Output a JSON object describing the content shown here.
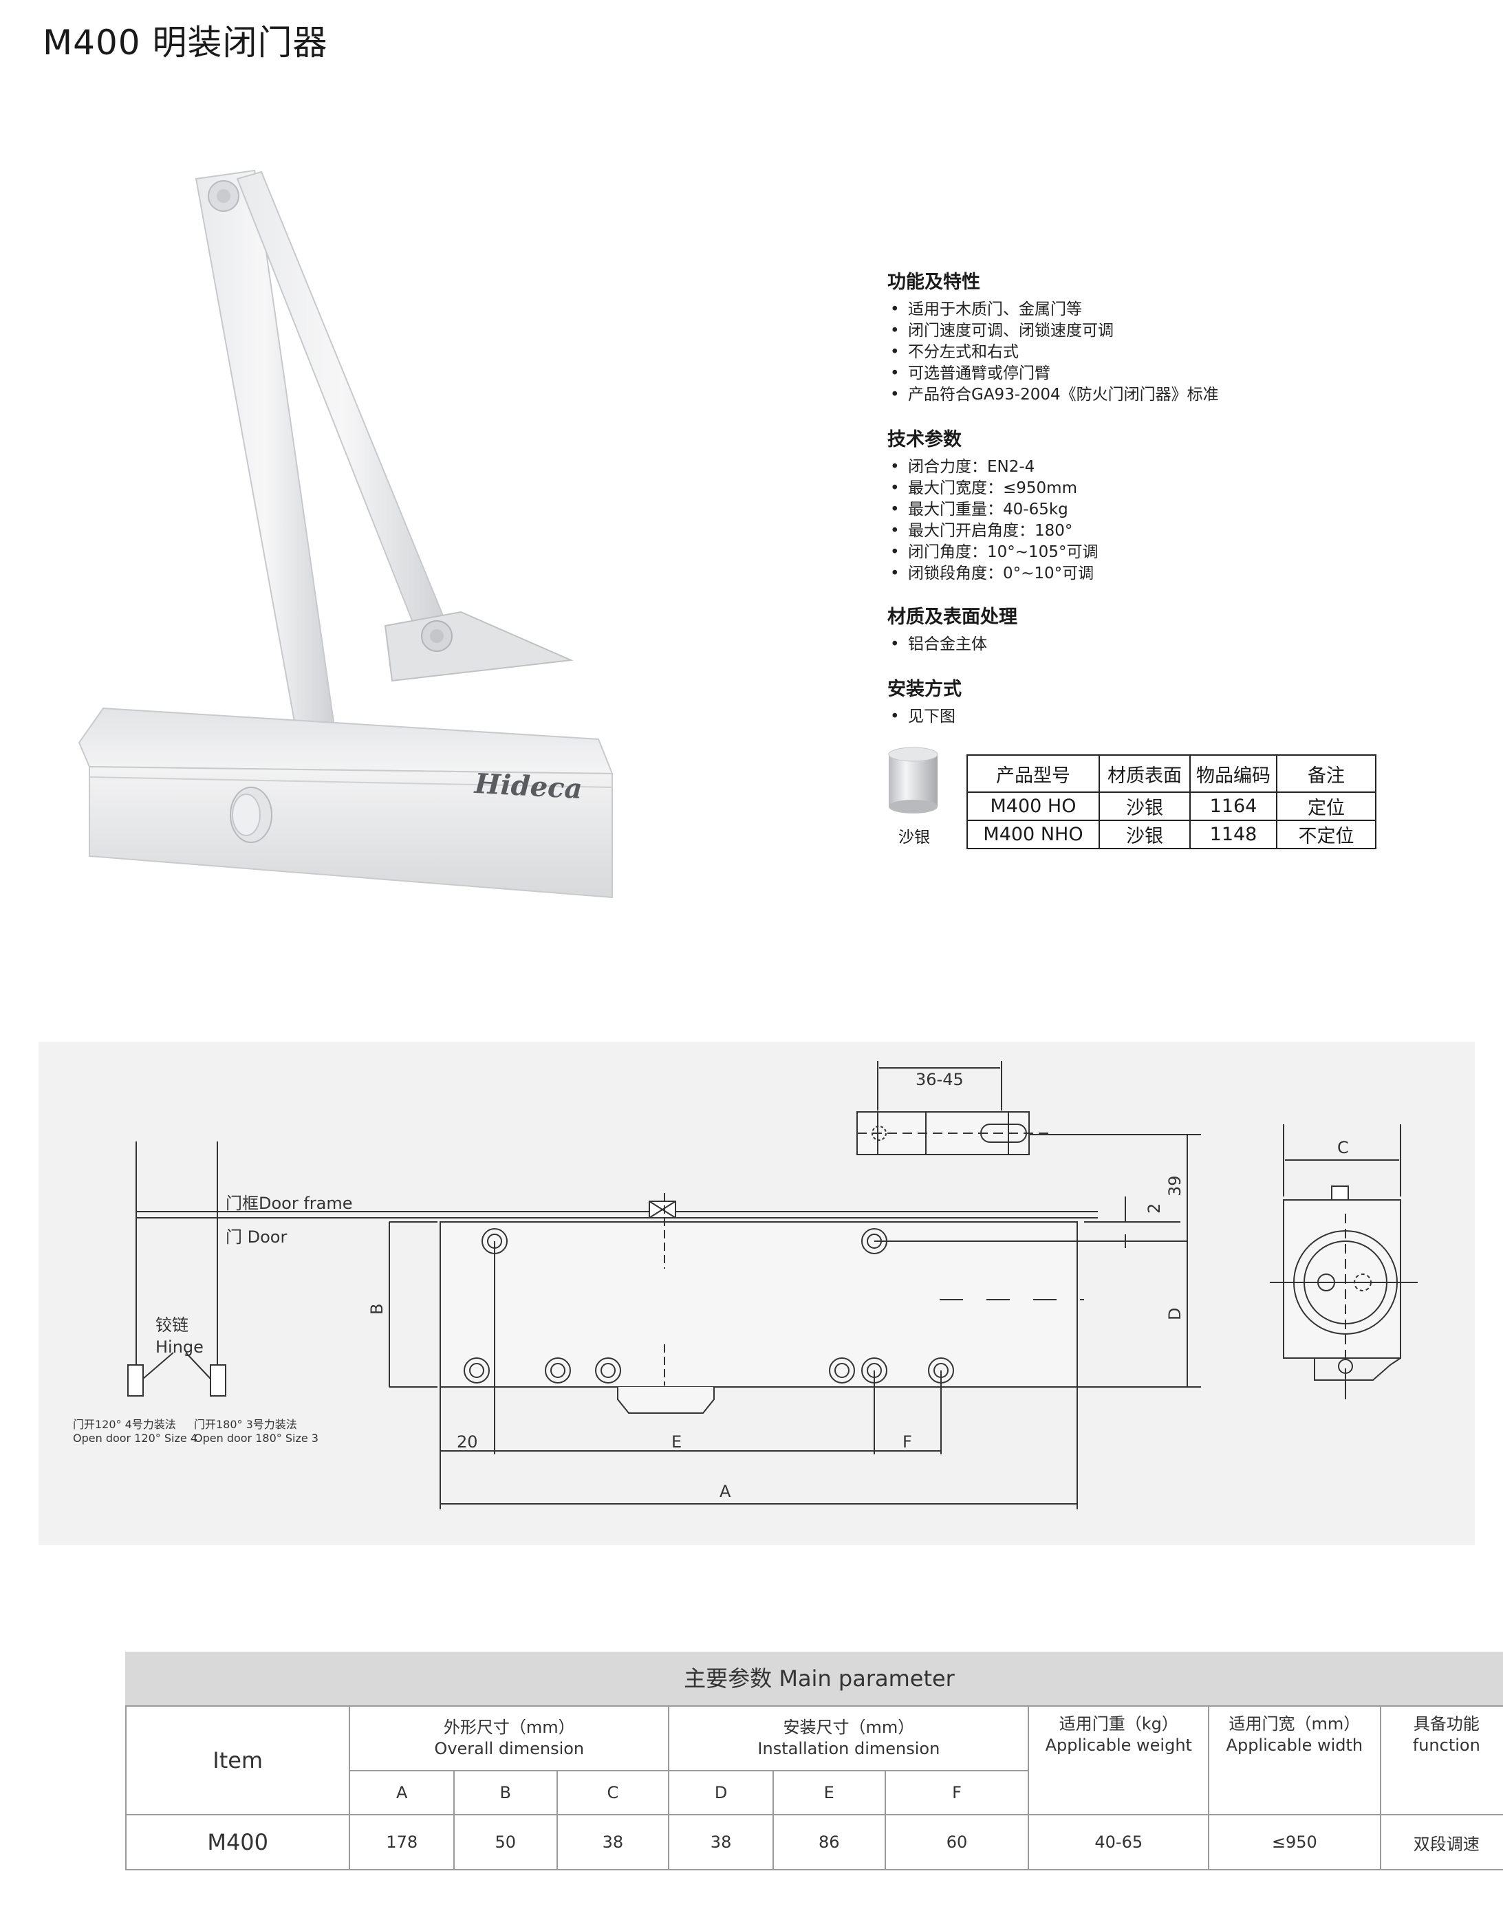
{
  "title": "M400 明装闭门器",
  "product": {
    "brand": "Hideca"
  },
  "specs": {
    "features": {
      "heading": "功能及特性",
      "items": [
        "适用于木质门、金属门等",
        "闭门速度可调、闭锁速度可调",
        "不分左式和右式",
        "可选普通臂或停门臂",
        "产品符合GA93-2004《防火门闭门器》标准"
      ]
    },
    "technical": {
      "heading": "技术参数",
      "items": [
        "闭合力度：EN2-4",
        "最大门宽度：≤950mm",
        "最大门重量：40-65kg",
        "最大门开启角度：180°",
        "闭门角度：10°~105°可调",
        "闭锁段角度：0°~10°可调"
      ]
    },
    "material": {
      "heading": "材质及表面处理",
      "items": [
        "铝合金主体"
      ]
    },
    "installation": {
      "heading": "安装方式",
      "items": [
        "见下图"
      ]
    }
  },
  "finish": {
    "label": "沙银"
  },
  "model_table": {
    "headers": [
      "产品型号",
      "材质表面",
      "物品编码",
      "备注"
    ],
    "rows": [
      [
        "M400 HO",
        "沙银",
        "1164",
        "定位"
      ],
      [
        "M400 NHO",
        "沙银",
        "1148",
        "不定位"
      ]
    ]
  },
  "drawing": {
    "door_frame_label": "门框Door frame",
    "door_label": "门 Door",
    "hinge_label_cn": "铰链",
    "hinge_label_en": "Hinge",
    "note_left_cn": "门开120° 4号力装法",
    "note_left_en": "Open door 120° Size 4",
    "note_right_cn": "门开180° 3号力装法",
    "note_right_en": "Open door 180° Size 3",
    "dim_36_45": "36-45",
    "dim_2": "2",
    "dim_39": "39",
    "dim_B": "B",
    "dim_D": "D",
    "dim_C": "C",
    "dim_20": "20",
    "dim_E": "E",
    "dim_F": "F",
    "dim_A": "A"
  },
  "param_table": {
    "title": "主要参数 Main parameter",
    "item_header": "Item",
    "overall_cn": "外形尺寸（mm）",
    "overall_en": "Overall dimension",
    "install_cn": "安装尺寸（mm）",
    "install_en": "Installation dimension",
    "weight_cn": "适用门重（kg）",
    "weight_en": "Applicable weight",
    "width_cn": "适用门宽（mm）",
    "width_en": "Applicable width",
    "function_cn": "具备功能",
    "function_en": "function",
    "sub_headers": [
      "A",
      "B",
      "C",
      "D",
      "E",
      "F"
    ],
    "row": {
      "item": "M400",
      "A": "178",
      "B": "50",
      "C": "38",
      "D": "38",
      "E": "86",
      "F": "60",
      "weight": "40-65",
      "width": "≤950",
      "function": "双段调速"
    }
  }
}
